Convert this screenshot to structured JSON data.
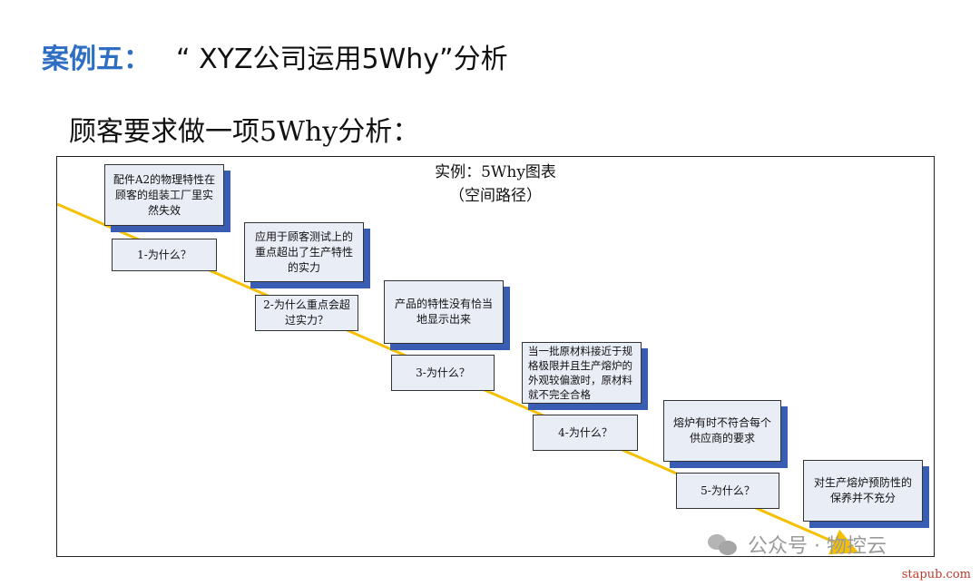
{
  "header": {
    "title_prefix": "案例五：",
    "title_main": "“ XYZ公司运用5Why”分析",
    "subtitle": "顾客要求做一项5Why分析："
  },
  "chart": {
    "title_line1": "实例：5Why图表",
    "title_line2": "（空间路径）",
    "problem": "配件A2的物理特性在顾客的组装工厂里实然失效",
    "steps": [
      {
        "why": "1-为什么？",
        "answer": "应用于顾客测试上的重点超出了生产特性的实力"
      },
      {
        "why": "2-为什么重点会超过实力？",
        "answer": "产品的特性没有恰当地显示出来"
      },
      {
        "why": "3-为什么？",
        "answer": "当一批原材料接近于规格极限并且生产熔炉的外观较偏激时，原材料就不完全合格"
      },
      {
        "why": "4-为什么？",
        "answer": "熔炉有时不符合每个供应商的要求"
      },
      {
        "why": "5-为什么？",
        "answer": "对生产熔炉预防性的保养并不充分"
      }
    ],
    "colors": {
      "arrow": "#f5c000",
      "shadow": "#3a5db4",
      "box_fill": "#e9edf6",
      "title_accent": "#2e6fc4"
    }
  },
  "watermark": {
    "text": "公众号 · 物控云",
    "icon": "wechat-icon"
  },
  "footer": {
    "site": "stapub.com"
  }
}
